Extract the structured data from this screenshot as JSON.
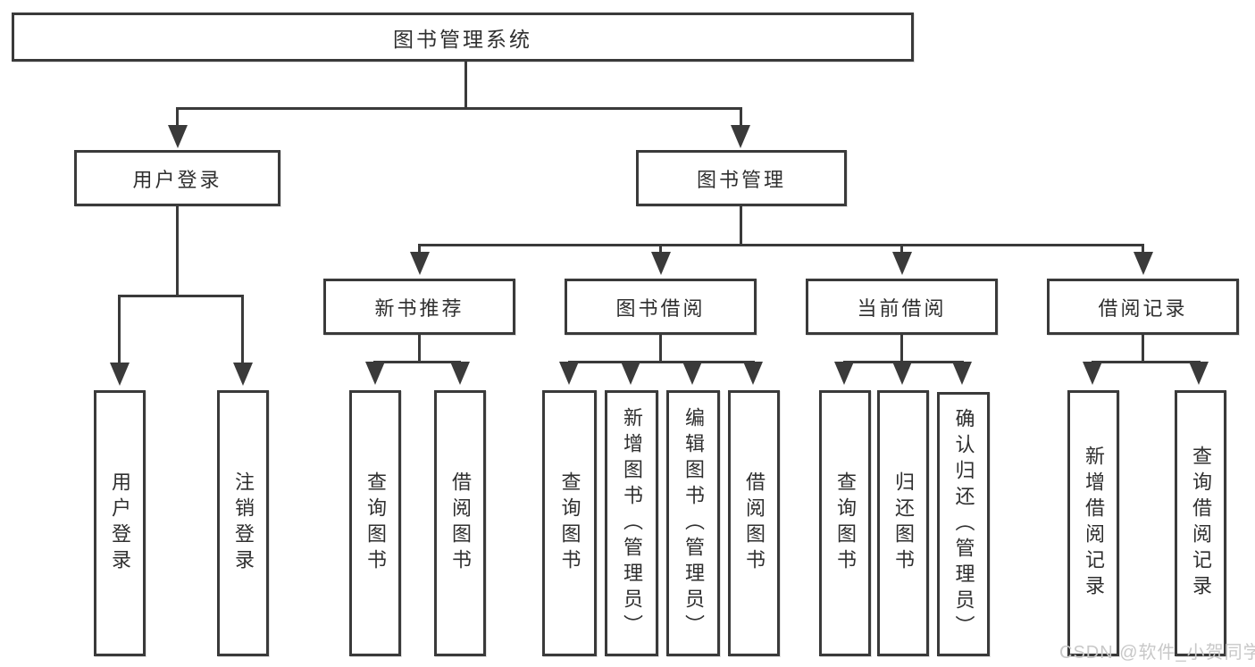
{
  "diagram": {
    "root": {
      "label": "图书管理系统",
      "children": [
        {
          "label": "用户登录",
          "children": [
            {
              "label": "用户登录"
            },
            {
              "label": "注销登录"
            }
          ]
        },
        {
          "label": "图书管理",
          "children": [
            {
              "label": "新书推荐",
              "children": [
                {
                  "label": "查询图书"
                },
                {
                  "label": "借阅图书"
                }
              ]
            },
            {
              "label": "图书借阅",
              "children": [
                {
                  "label": "查询图书"
                },
                {
                  "label": "新增图书（管理员）"
                },
                {
                  "label": "编辑图书（管理员）"
                },
                {
                  "label": "借阅图书"
                }
              ]
            },
            {
              "label": "当前借阅",
              "children": [
                {
                  "label": "查询图书"
                },
                {
                  "label": "归还图书"
                },
                {
                  "label": "确认归还（管理员）"
                }
              ]
            },
            {
              "label": "借阅记录",
              "children": [
                {
                  "label": "新增借阅记录"
                },
                {
                  "label": "查询借阅记录"
                }
              ]
            }
          ]
        }
      ]
    }
  },
  "watermark": {
    "text": "CSDN @软件_小贺同学"
  },
  "colors": {
    "line": "#3a3a3a",
    "text": "#2f2f2f",
    "watermark": "#c8c8c8",
    "bg": "#ffffff"
  }
}
